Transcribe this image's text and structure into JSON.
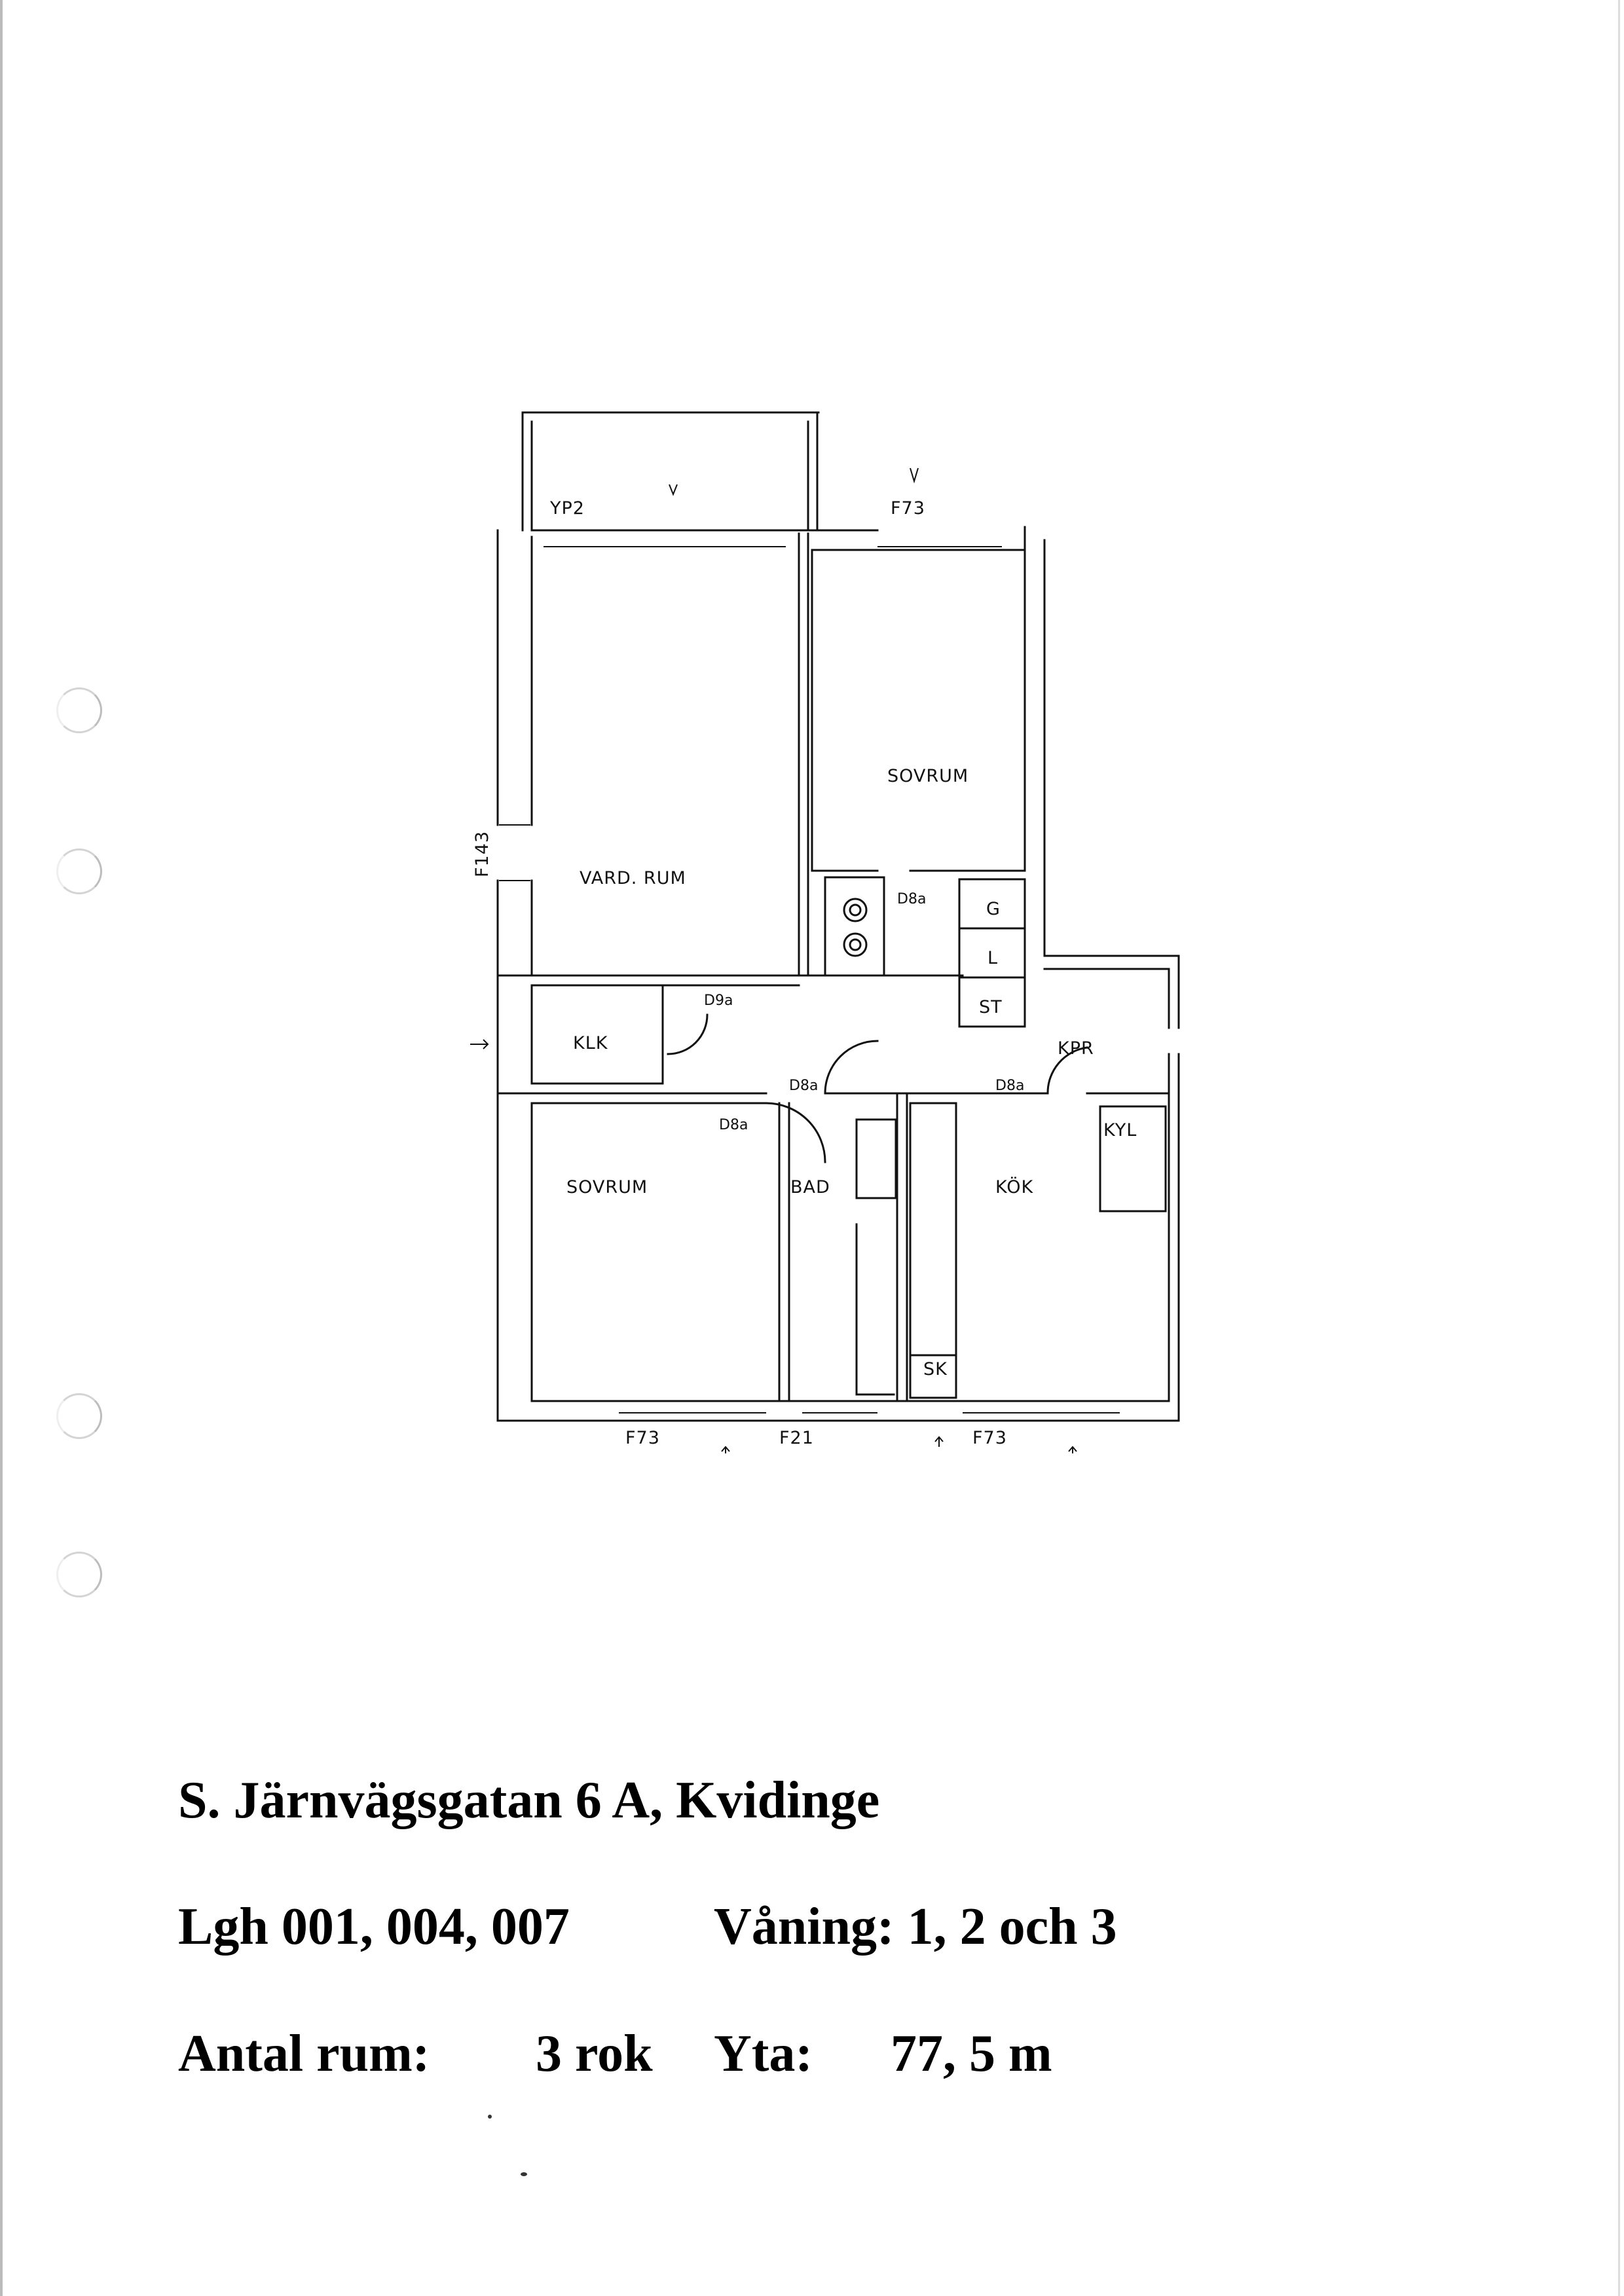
{
  "plan": {
    "rooms": [
      {
        "id": "vardrum",
        "label": "VARD. RUM"
      },
      {
        "id": "sovrum-top",
        "label": "SOVRUM"
      },
      {
        "id": "sovrum-bottom",
        "label": "SOVRUM"
      },
      {
        "id": "klk",
        "label": "KLK"
      },
      {
        "id": "bad",
        "label": "BAD"
      },
      {
        "id": "kok",
        "label": "KÖK"
      }
    ],
    "fixtures": {
      "g": "G",
      "l": "L",
      "st": "ST",
      "kpr": "KPR",
      "kyl": "KYL",
      "sk": "SK"
    },
    "door_codes": {
      "d8a_hall": "D8a",
      "d9a": "D9a",
      "d8a_sovrum": "D8a",
      "d8a_bad": "D8a",
      "d8a_kok": "D8a"
    },
    "window_codes": {
      "yp2": "YP2",
      "f73_top": "F73",
      "f143": "F143",
      "f73_bottom_left": "F73",
      "f21": "F21",
      "f73_bottom_right": "F73"
    }
  },
  "info": {
    "address": "S. Järnvägsgatan 6 A, Kvidinge",
    "lgh": "Lgh 001, 004, 007",
    "vaning": "Våning: 1, 2 och 3",
    "antal_label": "Antal rum:",
    "antal_value": "3 rok",
    "yta_label": "Yta:",
    "yta_value": "77, 5 m"
  }
}
